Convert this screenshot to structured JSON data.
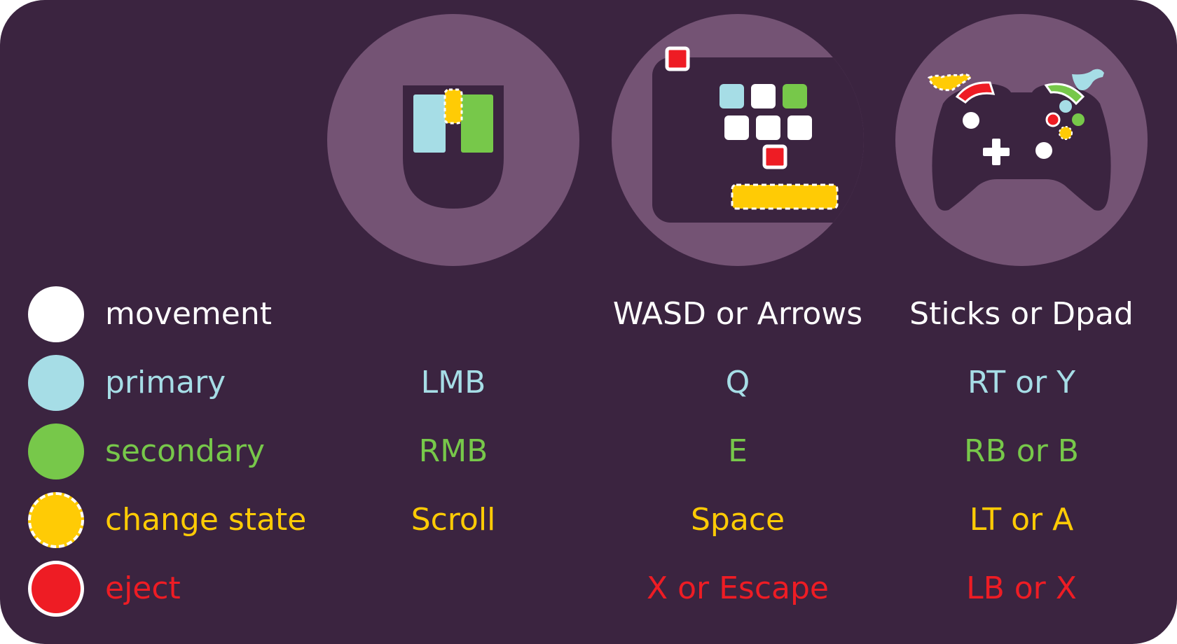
{
  "colors": {
    "background": "#3b2440",
    "device_circle": "#745374",
    "movement": "#ffffff",
    "primary": "#a6dde6",
    "secondary": "#77c84a",
    "change_state": "#ffcb05",
    "eject": "#ee1c24"
  },
  "devices": [
    {
      "name": "mouse",
      "icon": "mouse-icon"
    },
    {
      "name": "keyboard",
      "icon": "keyboard-icon"
    },
    {
      "name": "gamepad",
      "icon": "gamepad-icon"
    }
  ],
  "rows": [
    {
      "label": "movement",
      "mouse": "",
      "keyboard": "WASD or Arrows",
      "gamepad": "Sticks or Dpad",
      "color": "#ffffff"
    },
    {
      "label": "primary",
      "mouse": "LMB",
      "keyboard": "Q",
      "gamepad": "RT or Y",
      "color": "#a6dde6"
    },
    {
      "label": "secondary",
      "mouse": "RMB",
      "keyboard": "E",
      "gamepad": "RB or B",
      "color": "#77c84a"
    },
    {
      "label": "change state",
      "mouse": "Scroll",
      "keyboard": "Space",
      "gamepad": "LT or A",
      "color": "#ffcb05"
    },
    {
      "label": "eject",
      "mouse": "",
      "keyboard": "X or Escape",
      "gamepad": "LB or X",
      "color": "#ee1c24"
    }
  ]
}
